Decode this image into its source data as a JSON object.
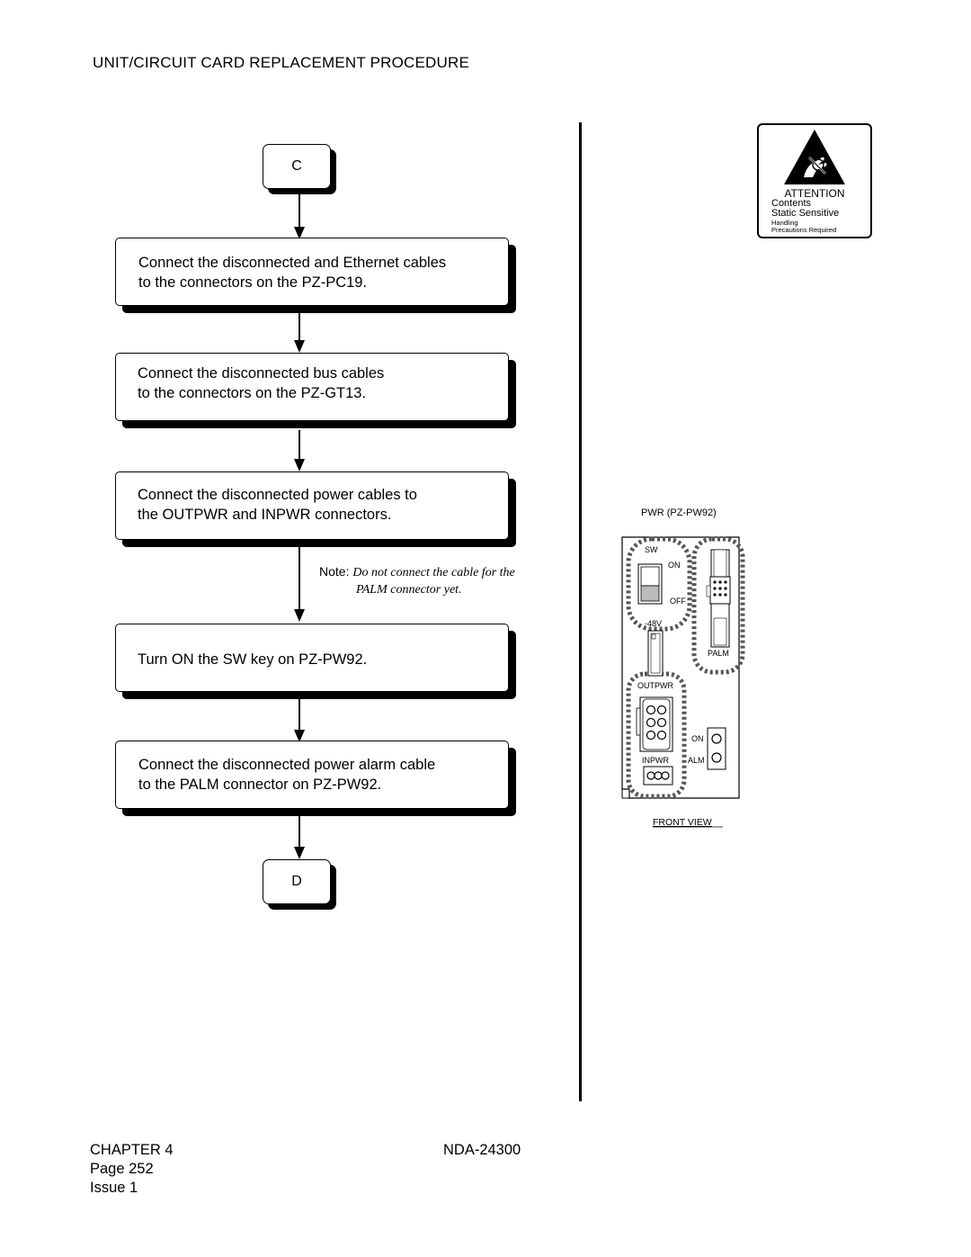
{
  "header": {
    "title": "UNIT/CIRCUIT CARD REPLACEMENT PROCEDURE"
  },
  "flow": {
    "start": "C",
    "end": "D",
    "steps": [
      {
        "line1": "Connect the disconnected and Ethernet cables",
        "line2": "to the connectors on the PZ-PC19."
      },
      {
        "line1": "Connect the disconnected bus cables",
        "line2": "to the connectors on the PZ-GT13."
      },
      {
        "line1": "Connect the disconnected power cables to",
        "line2": "the OUTPWR and INPWR connectors."
      },
      {
        "line1": "Turn ON the SW key on PZ-PW92."
      },
      {
        "line1": "Connect the disconnected power alarm cable",
        "line2": "to the PALM connector on PZ-PW92."
      }
    ],
    "note": {
      "label": "Note:",
      "line1": "Do not connect the cable for the",
      "line2": "PALM connector yet."
    }
  },
  "esd_label": {
    "title": "ATTENTION",
    "line1": "Contents",
    "line2": "Static Sensitive",
    "line3": "Handling",
    "line4": "Precautions Required"
  },
  "card_diagram": {
    "title": "PWR (PZ-PW92)",
    "sw": "SW",
    "on": "ON",
    "off": "OFF",
    "voltage": "-48V",
    "palm": "PALM",
    "outpwr": "OUTPWR",
    "led_on": "ON",
    "inpwr": "INPWR",
    "alm": "ALM",
    "caption": "FRONT VIEW"
  },
  "footer": {
    "chapter": "CHAPTER 4",
    "page": "Page 252",
    "issue": "Issue 1",
    "doc_number": "NDA-24300"
  }
}
